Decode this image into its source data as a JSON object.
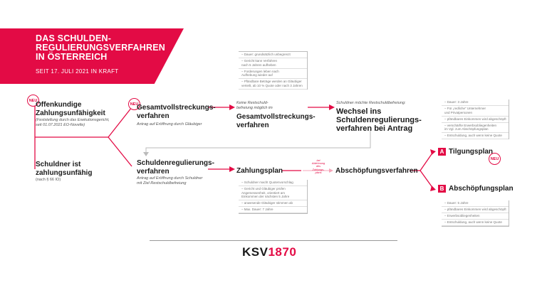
{
  "banner": {
    "title": "DAS SCHULDEN-\nREGULIERUNGSVERFAHREN\nIN ÖSTERREICH",
    "subtitle": "SEIT 17. JULI 2021 IN KRAFT"
  },
  "badges": {
    "neu": "NEU"
  },
  "col1": {
    "top_title": "Offenkundige\nZahlungsunfähigkeit",
    "top_sub": "(Feststellung durch das Exekutionsgericht,\nseit 01.07.2021 EO-Novelle)",
    "bottom_title": "Schuldner ist\nzahlungsunfähig",
    "bottom_sub": "(nach § 66 IO)"
  },
  "col2": {
    "top_title": "Gesamtvollstreckungs-\nverfahren",
    "top_sub": "Antrag auf Eröffnung durch Gläubiger",
    "bottom_title": "Schuldenregulierungs-\nverfahren",
    "bottom_sub": "Antrag auf Eröffnung durch Schuldner\nmit Ziel Restschuldbefreiung"
  },
  "col3": {
    "top_note": "Keine Restschuld-\nbefreiung möglich im",
    "top_title": "Gesamtvollstreckungs-\nverfahren",
    "bottom_title": "Zahlungsplan",
    "top_box": [
      "Dauer: grundsätzlich unbegrenzt",
      "Gericht kann Verfahren\nnach 5 Jahren aufheben",
      "Forderungen leben nach\nAufhebung wieder auf",
      "Pfändbare Beträge werden an Gläubiger\nverteilt, ab 10 % Quote oder nach 3 Jahren"
    ],
    "bottom_box": [
      "Schuldner macht Quotenvorschlag",
      "Gericht und Gläubiger prüfen\nAngemessenheit, orientiert am\nEinkommen der nächsten 5 Jahre",
      "anwesende Gläubiger stimmen ab",
      "Max. Dauer: 7 Jahre"
    ]
  },
  "col4": {
    "top_note": "Schuldner möchte Restschuldbefreiung:",
    "top_title": "Wechsel ins\nSchuldenregulierungs-\nverfahren bei Antrag",
    "arrow_note": "bei\nAblehnung\ndes\nZahlungs-\nplans",
    "bottom_title": "Abschöpfungsverfahren"
  },
  "col5": {
    "a_letter": "A",
    "a_title": "Tilgungsplan",
    "b_letter": "B",
    "b_title": "Abschöpfungsplan",
    "a_box": [
      "Dauer: 3 Jahre",
      "Für „redliche“ Unternehmer\nund Privatpersonen",
      "pfändbares Einkommen wird abgeschöpft",
      "verschärfte Erwerbsobliegenheiten\nim Vgl. zum Abschöpfungsplan",
      "Entschuldung, auch wenn keine Quote"
    ],
    "b_box": [
      "Dauer: 5 Jahre",
      "pfändbares Einkommen wird abgeschöpft",
      "Erwerbsobliegenheiten",
      "Entschuldung, auch wenn keine Quote"
    ]
  },
  "footer": {
    "logo_text": "KSV",
    "logo_accent": "1870"
  },
  "colors": {
    "accent": "#e30b45",
    "text": "#1a1a1a",
    "muted": "#777777"
  }
}
